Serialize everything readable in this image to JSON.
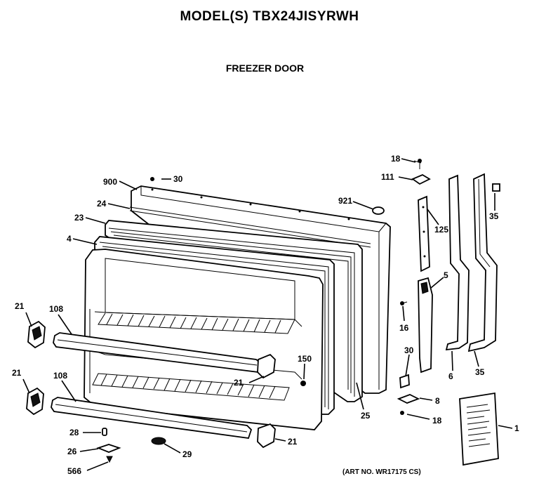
{
  "header": {
    "model": "MODEL(S) TBX24JISYRWH",
    "section": "FREEZER DOOR"
  },
  "footer": {
    "art_no": "(ART NO. WR17175 CS)"
  },
  "callouts": {
    "c18_top": "18",
    "c111": "111",
    "c900": "900",
    "c30_top": "30",
    "c24": "24",
    "c921": "921",
    "c125": "125",
    "c35_top": "35",
    "c23": "23",
    "c4": "4",
    "c5": "5",
    "c21_a": "21",
    "c108_a": "108",
    "c16": "16",
    "c30_mid": "30",
    "c6": "6",
    "c35_bot": "35",
    "c150": "150",
    "c21_mid": "21",
    "c21_b": "21",
    "c108_b": "108",
    "c25": "25",
    "c8": "8",
    "c18_bot": "18",
    "c1": "1",
    "c28": "28",
    "c26": "26",
    "c29": "29",
    "c21_bot": "21",
    "c566": "566"
  },
  "icons": [
    "screw-icon",
    "snap-icon",
    "bracket-icon"
  ]
}
